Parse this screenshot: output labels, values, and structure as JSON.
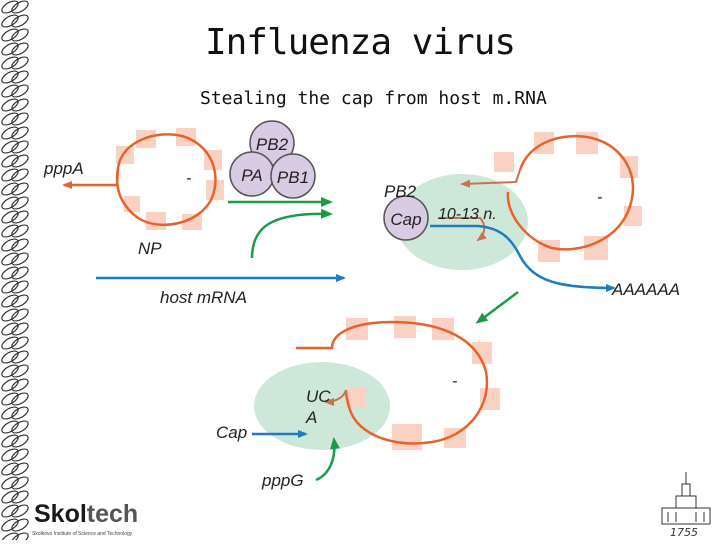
{
  "slide": {
    "title": "Influenza virus",
    "subtitle": "Stealing the cap from host m.RNA"
  },
  "diagram": {
    "proteins": {
      "pb2": "PB2",
      "pa": "PA",
      "pb1": "PB1"
    },
    "labels": {
      "pppA": "pppA",
      "neg1": "-",
      "np": "NP",
      "host_mrna": "host mRNA",
      "pb2_bound": "PB2",
      "cap_bound": "Cap",
      "nt_length": "10-13 n.",
      "neg2": "-",
      "polyA": "AAAAAA",
      "neg3": "-",
      "uc": "UC",
      "a": "A",
      "cap_free": "Cap",
      "pppG": "pppG"
    }
  },
  "logo": {
    "name_main": "Skol",
    "name_accent": "tech",
    "tagline": "Skolkovo Institute of Science and Technology"
  },
  "crest": {
    "year": "1755"
  },
  "colors": {
    "rna": "#e8622a",
    "host": "#1f7cc0",
    "green_arrow": "#1c9a4a",
    "protein_fill": "#d9cbe3",
    "halo": "#cde8d8",
    "np_square": "#f9d2c4"
  }
}
